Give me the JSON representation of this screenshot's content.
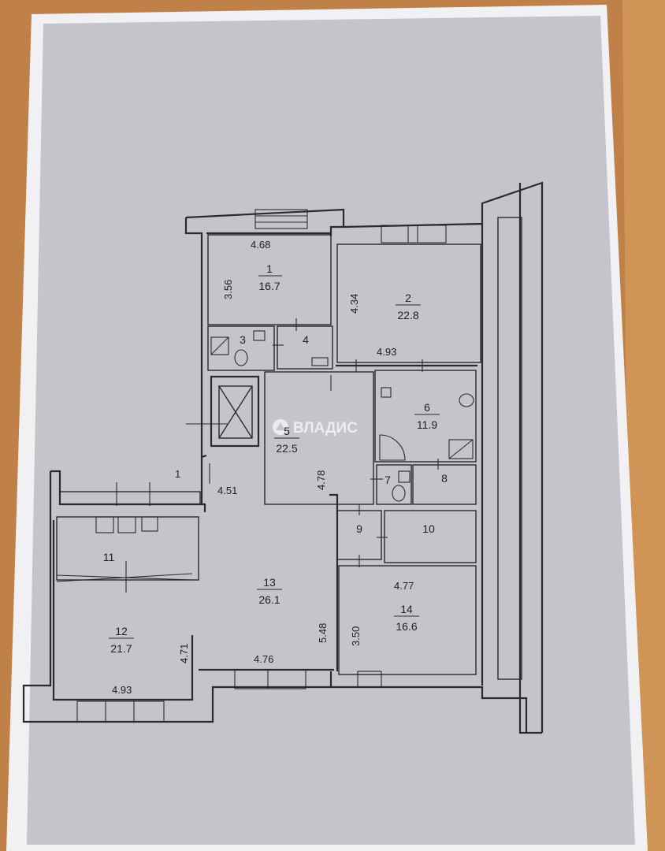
{
  "watermark": {
    "text": "ВЛАДИС"
  },
  "rooms": [
    {
      "id": "room-1",
      "number": "1",
      "area": "16.7"
    },
    {
      "id": "room-2",
      "number": "2",
      "area": "22.8"
    },
    {
      "id": "room-3",
      "number": "3",
      "area": ""
    },
    {
      "id": "room-4",
      "number": "4",
      "area": ""
    },
    {
      "id": "room-5",
      "number": "5",
      "area": "22.5"
    },
    {
      "id": "room-6",
      "number": "6",
      "area": "11.9"
    },
    {
      "id": "room-7",
      "number": "7",
      "area": ""
    },
    {
      "id": "room-8",
      "number": "8",
      "area": ""
    },
    {
      "id": "room-9",
      "number": "9",
      "area": ""
    },
    {
      "id": "room-10",
      "number": "10",
      "area": ""
    },
    {
      "id": "room-11",
      "number": "11",
      "area": ""
    },
    {
      "id": "room-12",
      "number": "12",
      "area": "21.7"
    },
    {
      "id": "room-13",
      "number": "13",
      "area": "26.1"
    },
    {
      "id": "room-14",
      "number": "14",
      "area": "16.6"
    }
  ],
  "dimensions": {
    "room1_width": "4.68",
    "room1_height": "3.56",
    "room2_height": "4.34",
    "room2_width": "4.93",
    "room5_height": "4.78",
    "corridor_width": "4.51",
    "corridor_width_small": "1",
    "room13_height": "5.48",
    "room13_width": "4.76",
    "room14_width": "4.77",
    "room14_height": "3.50",
    "room12_height": "4.71",
    "room12_width": "4.93"
  }
}
